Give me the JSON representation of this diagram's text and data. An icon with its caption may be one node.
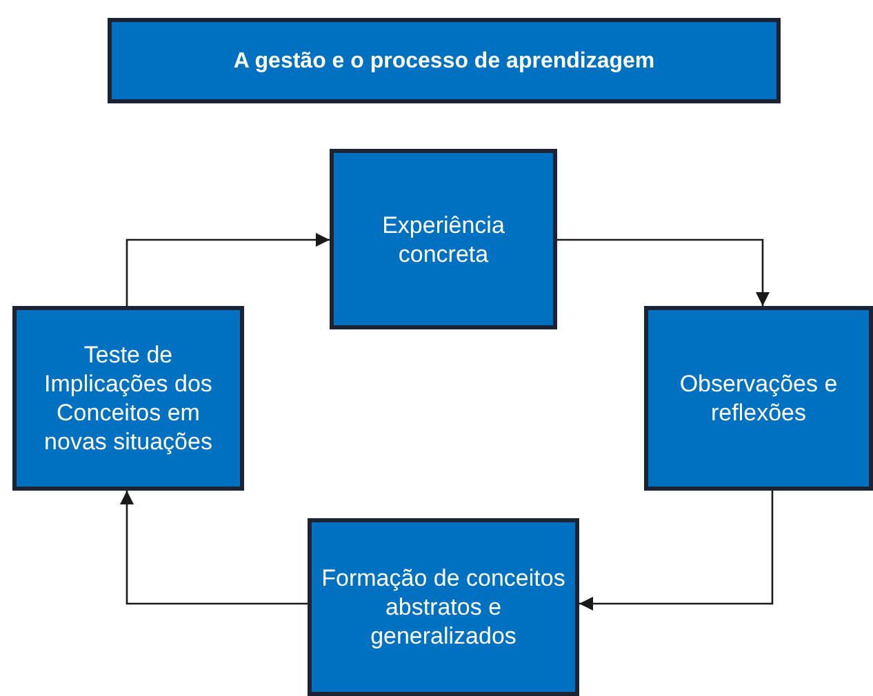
{
  "diagram": {
    "title": "A gestão e o processo de aprendizagem",
    "nodes": [
      {
        "text": [
          "Experiência concreta"
        ]
      },
      {
        "text": [
          "Observações e reflexões"
        ]
      },
      {
        "text": [
          "Formação de conceitos abstratos e generalizados"
        ]
      },
      {
        "text": [
          "Teste de Implicações dos Conceitos em novas situações"
        ]
      }
    ],
    "edges": [
      {
        "from": 0,
        "to": 1,
        "arrow": "to"
      },
      {
        "from": 1,
        "to": 2,
        "arrow": "to"
      },
      {
        "from": 2,
        "to": 3,
        "arrow": "to"
      },
      {
        "from": 3,
        "to": 0,
        "arrow": "to"
      }
    ]
  }
}
